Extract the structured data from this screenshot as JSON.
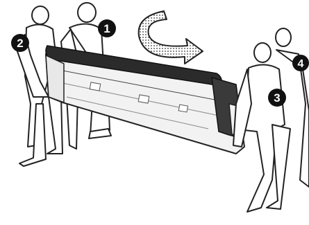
{
  "figure": {
    "badges": [
      {
        "id": "badge-1",
        "label": "1"
      },
      {
        "id": "badge-2",
        "label": "2"
      },
      {
        "id": "badge-3",
        "label": "3"
      },
      {
        "id": "badge-4",
        "label": "4"
      }
    ],
    "rotation_arrow": {
      "direction": "rotate-toward-viewer",
      "fill_pattern": "dotted"
    },
    "colors": {
      "outline": "#222222",
      "roller": "#2b2b2b",
      "body": "#f2f2f2",
      "badge": "#111111"
    }
  }
}
